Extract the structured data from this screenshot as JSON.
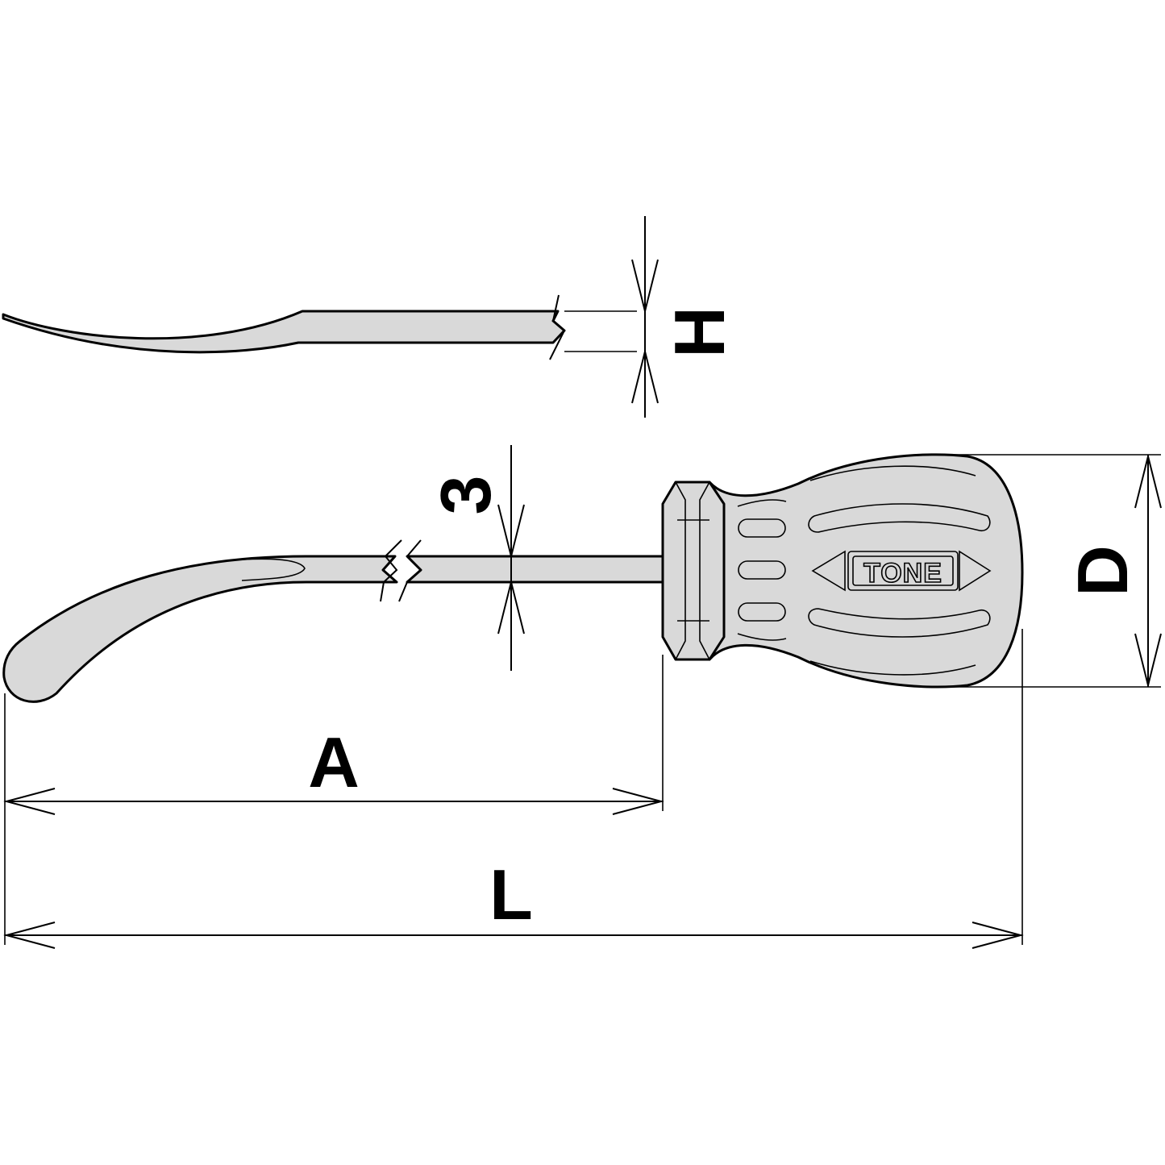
{
  "dimensions": {
    "H": "H",
    "three": "3",
    "D": "D",
    "A": "A",
    "L": "L"
  },
  "brand": {
    "logo_text": "TONE"
  },
  "colors": {
    "part_fill": "#d9d9d9",
    "line": "#000000",
    "background": "#ffffff"
  }
}
